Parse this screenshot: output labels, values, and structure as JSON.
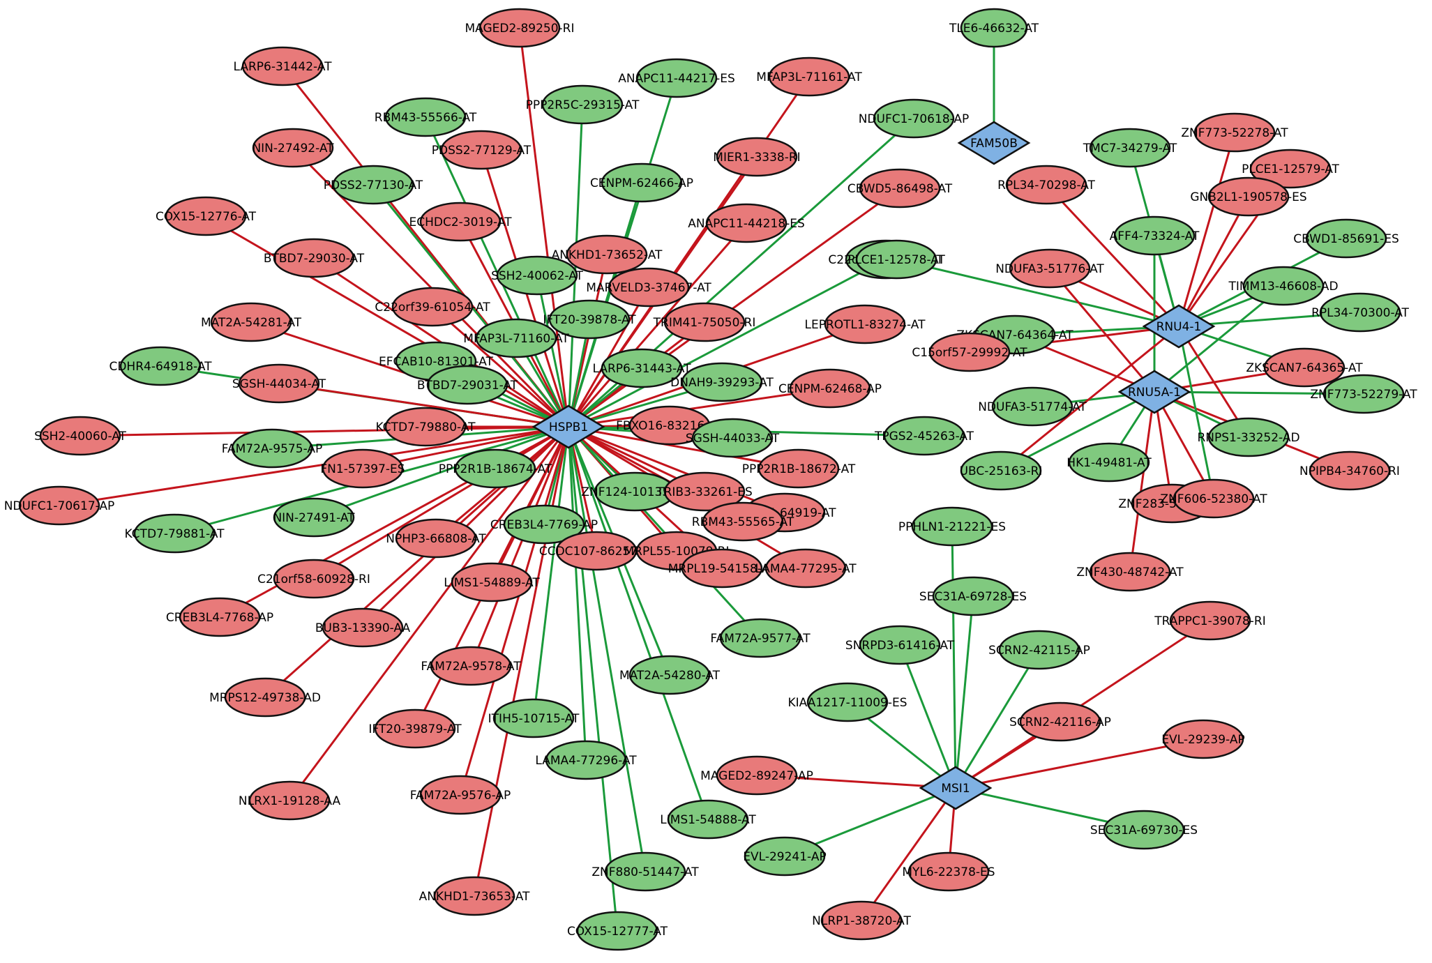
{
  "colors": {
    "up": "#e87a7a",
    "down": "#80c97f",
    "hub": "#7fb1e3",
    "edge_up": "#c4141c",
    "edge_down": "#1a9a3a",
    "stroke": "#111111"
  },
  "hubs": [
    {
      "id": "HSPB1",
      "label": "HSPB1"
    },
    {
      "id": "FAM50B",
      "label": "FAM50B"
    },
    {
      "id": "RNU4-1",
      "label": "RNU4-1"
    },
    {
      "id": "RNU5A-1",
      "label": "RNU5A-1"
    },
    {
      "id": "MSI1",
      "label": "MSI1"
    }
  ],
  "nodes": [
    {
      "id": "n1",
      "label": "MAGED2-89250-RI",
      "type": "up",
      "hub": "HSPB1"
    },
    {
      "id": "n2",
      "label": "LARP6-31442-AT",
      "type": "up",
      "hub": "HSPB1"
    },
    {
      "id": "n3",
      "label": "ANAPC11-44217-ES",
      "type": "down",
      "hub": "HSPB1"
    },
    {
      "id": "n4",
      "label": "MFAP3L-71161-AT",
      "type": "up",
      "hub": "HSPB1"
    },
    {
      "id": "n5",
      "label": "PPP2R5C-29315-AT",
      "type": "down",
      "hub": "HSPB1"
    },
    {
      "id": "n6",
      "label": "RBM43-55566-AT",
      "type": "down",
      "hub": "HSPB1"
    },
    {
      "id": "n7",
      "label": "NDUFC1-70618-AP",
      "type": "down",
      "hub": "HSPB1"
    },
    {
      "id": "n8",
      "label": "PDSS2-77129-AT",
      "type": "up",
      "hub": "HSPB1"
    },
    {
      "id": "n9",
      "label": "NIN-27492-AT",
      "type": "up",
      "hub": "HSPB1"
    },
    {
      "id": "n10",
      "label": "MIER1-3338-RI",
      "type": "up",
      "hub": "HSPB1"
    },
    {
      "id": "n11",
      "label": "PDSS2-77130-AT",
      "type": "down",
      "hub": "HSPB1"
    },
    {
      "id": "n12",
      "label": "CENPM-62466-AP",
      "type": "down",
      "hub": "HSPB1"
    },
    {
      "id": "n13",
      "label": "CBWD5-86498-AT",
      "type": "up",
      "hub": "HSPB1"
    },
    {
      "id": "n14",
      "label": "COX15-12776-AT",
      "type": "up",
      "hub": "HSPB1"
    },
    {
      "id": "n15",
      "label": "ECHDC2-3019-AT",
      "type": "up",
      "hub": "HSPB1"
    },
    {
      "id": "n16",
      "label": "ANAPC11-44218-ES",
      "type": "up",
      "hub": "HSPB1"
    },
    {
      "id": "n17",
      "label": "ANKHD1-73652-AT",
      "type": "up",
      "hub": "HSPB1"
    },
    {
      "id": "n18",
      "label": "BTBD7-29030-AT",
      "type": "up",
      "hub": "HSPB1"
    },
    {
      "id": "n19",
      "label": "SSH2-40062-AT",
      "type": "down",
      "hub": "HSPB1"
    },
    {
      "id": "n20",
      "label": "C22orf39-61055-AT",
      "type": "down",
      "hub": "HSPB1"
    },
    {
      "id": "n21",
      "label": "MARVELD3-37467-AT",
      "type": "up",
      "hub": "HSPB1"
    },
    {
      "id": "n22",
      "label": "C22orf39-61054-AT",
      "type": "up",
      "hub": "HSPB1"
    },
    {
      "id": "n23",
      "label": "IFT20-39878-AT",
      "type": "down",
      "hub": "HSPB1"
    },
    {
      "id": "n24",
      "label": "TRIM41-75050-RI",
      "type": "up",
      "hub": "HSPB1"
    },
    {
      "id": "n25",
      "label": "LEPROTL1-83274-AT",
      "type": "up",
      "hub": "HSPB1"
    },
    {
      "id": "n26",
      "label": "MAT2A-54281-AT",
      "type": "up",
      "hub": "HSPB1"
    },
    {
      "id": "n27",
      "label": "MFAP3L-71160-AT",
      "type": "down",
      "hub": "HSPB1"
    },
    {
      "id": "n28",
      "label": "EFCAB10-81301-AT",
      "type": "down",
      "hub": "HSPB1"
    },
    {
      "id": "n29",
      "label": "LARP6-31443-AT",
      "type": "down",
      "hub": "HSPB1"
    },
    {
      "id": "n30",
      "label": "CDHR4-64918-AT",
      "type": "down",
      "hub": "HSPB1"
    },
    {
      "id": "n31",
      "label": "BTBD7-29031-AT",
      "type": "down",
      "hub": "HSPB1"
    },
    {
      "id": "n32",
      "label": "DNAH9-39293-AT",
      "type": "down",
      "hub": "HSPB1"
    },
    {
      "id": "n33",
      "label": "SGSH-44034-AT",
      "type": "up",
      "hub": "HSPB1"
    },
    {
      "id": "n34",
      "label": "CENPM-62468-AP",
      "type": "up",
      "hub": "HSPB1"
    },
    {
      "id": "n35",
      "label": "KCTD7-79880-AT",
      "type": "up",
      "hub": "HSPB1"
    },
    {
      "id": "n36",
      "label": "FBXO16-83216-AT",
      "type": "up",
      "hub": "HSPB1"
    },
    {
      "id": "n37",
      "label": "SSH2-40060-AT",
      "type": "up",
      "hub": "HSPB1"
    },
    {
      "id": "n38",
      "label": "FAM72A-9575-AP",
      "type": "down",
      "hub": "HSPB1"
    },
    {
      "id": "n39",
      "label": "SGSH-44033-AT",
      "type": "down",
      "hub": "HSPB1"
    },
    {
      "id": "n40",
      "label": "TPGS2-45263-AT",
      "type": "down",
      "hub": "HSPB1"
    },
    {
      "id": "n41",
      "label": "FN1-57397-ES",
      "type": "up",
      "hub": "HSPB1"
    },
    {
      "id": "n42",
      "label": "PPP2R1B-18674-AT",
      "type": "down",
      "hub": "HSPB1"
    },
    {
      "id": "n43",
      "label": "PPP2R1B-18672-AT",
      "type": "up",
      "hub": "HSPB1"
    },
    {
      "id": "n44",
      "label": "NDUFC1-70617-AP",
      "type": "up",
      "hub": "HSPB1"
    },
    {
      "id": "n45",
      "label": "ZNF124-10135-AT",
      "type": "down",
      "hub": "HSPB1"
    },
    {
      "id": "n46",
      "label": "TRIB3-33261-ES",
      "type": "up",
      "hub": "HSPB1"
    },
    {
      "id": "n47",
      "label": "NIN-27491-AT",
      "type": "down",
      "hub": "HSPB1"
    },
    {
      "id": "n48",
      "label": "CDHR4-64919-AT",
      "type": "up",
      "hub": "HSPB1"
    },
    {
      "id": "n49",
      "label": "KCTD7-79881-AT",
      "type": "down",
      "hub": "HSPB1"
    },
    {
      "id": "n50",
      "label": "CREB3L4-7769-AP",
      "type": "down",
      "hub": "HSPB1"
    },
    {
      "id": "n51",
      "label": "RBM43-55565-AT",
      "type": "up",
      "hub": "HSPB1"
    },
    {
      "id": "n52",
      "label": "NPHP3-66808-AT",
      "type": "up",
      "hub": "HSPB1"
    },
    {
      "id": "n53",
      "label": "CCDC107-86257-RI",
      "type": "up",
      "hub": "HSPB1"
    },
    {
      "id": "n54",
      "label": "MRPL55-10079-RI",
      "type": "up",
      "hub": "HSPB1"
    },
    {
      "id": "n55",
      "label": "C21orf58-60928-RI",
      "type": "up",
      "hub": "HSPB1"
    },
    {
      "id": "n56",
      "label": "MRPL19-54158-AT",
      "type": "up",
      "hub": "HSPB1"
    },
    {
      "id": "n57",
      "label": "LAMA4-77295-AT",
      "type": "up",
      "hub": "HSPB1"
    },
    {
      "id": "n58",
      "label": "CREB3L4-7768-AP",
      "type": "up",
      "hub": "HSPB1"
    },
    {
      "id": "n59",
      "label": "LIMS1-54889-AT",
      "type": "up",
      "hub": "HSPB1"
    },
    {
      "id": "n60",
      "label": "BUB3-13390-AA",
      "type": "up",
      "hub": "HSPB1"
    },
    {
      "id": "n61",
      "label": "FAM72A-9577-AT",
      "type": "down",
      "hub": "HSPB1"
    },
    {
      "id": "n62",
      "label": "FAM72A-9578-AT",
      "type": "up",
      "hub": "HSPB1"
    },
    {
      "id": "n63",
      "label": "MAT2A-54280-AT",
      "type": "down",
      "hub": "HSPB1"
    },
    {
      "id": "n64",
      "label": "MRPS12-49738-AD",
      "type": "up",
      "hub": "HSPB1"
    },
    {
      "id": "n65",
      "label": "IFT20-39879-AT",
      "type": "up",
      "hub": "HSPB1"
    },
    {
      "id": "n66",
      "label": "ITIH5-10715-AT",
      "type": "down",
      "hub": "HSPB1"
    },
    {
      "id": "n67",
      "label": "LAMA4-77296-AT",
      "type": "down",
      "hub": "HSPB1"
    },
    {
      "id": "n68",
      "label": "FAM72A-9576-AP",
      "type": "up",
      "hub": "HSPB1"
    },
    {
      "id": "n69",
      "label": "NLRX1-19128-AA",
      "type": "up",
      "hub": "HSPB1"
    },
    {
      "id": "n70",
      "label": "LIMS1-54888-AT",
      "type": "down",
      "hub": "HSPB1"
    },
    {
      "id": "n71",
      "label": "ZNF880-51447-AT",
      "type": "down",
      "hub": "HSPB1"
    },
    {
      "id": "n72",
      "label": "ANKHD1-73653-AT",
      "type": "up",
      "hub": "HSPB1"
    },
    {
      "id": "n73",
      "label": "COX15-12777-AT",
      "type": "down",
      "hub": "HSPB1"
    },
    {
      "id": "m1",
      "label": "TLE6-46632-AT",
      "type": "down",
      "hub": "FAM50B"
    },
    {
      "id": "r1",
      "label": "ZNF773-52278-AT",
      "type": "up",
      "hub": "RNU4-1"
    },
    {
      "id": "r2",
      "label": "TMC7-34279-AT",
      "type": "down",
      "hub": "RNU4-1"
    },
    {
      "id": "r3",
      "label": "PLCE1-12579-AT",
      "type": "up",
      "hub": "RNU4-1"
    },
    {
      "id": "r4",
      "label": "RPL34-70298-AT",
      "type": "up",
      "hub": "RNU4-1"
    },
    {
      "id": "r5",
      "label": "GNB2L1-190578-ES",
      "type": "up",
      "hub": "RNU4-1"
    },
    {
      "id": "r6",
      "label": "AFF4-73324-AT",
      "type": "down",
      "hub": "RNU4-1"
    },
    {
      "id": "r7",
      "label": "CBWD1-85691-ES",
      "type": "down",
      "hub": "RNU4-1"
    },
    {
      "id": "r8",
      "label": "PLCE1-12578-AT",
      "type": "down",
      "hub": "RNU4-1"
    },
    {
      "id": "r9",
      "label": "NDUFA3-51776-AT",
      "type": "up",
      "hub": "RNU4-1"
    },
    {
      "id": "r10",
      "label": "TIMM13-46608-AD",
      "type": "down",
      "hub": "RNU4-1"
    },
    {
      "id": "r11",
      "label": "RPL34-70300-AT",
      "type": "down",
      "hub": "RNU4-1"
    },
    {
      "id": "r12",
      "label": "ZKSCAN7-64364-AT",
      "type": "down",
      "hub": "RNU4-1"
    },
    {
      "id": "r13",
      "label": "C15orf57-29992-AT",
      "type": "up",
      "hub": "RNU4-1"
    },
    {
      "id": "r14",
      "label": "ZKSCAN7-64365-AT",
      "type": "up",
      "hub": "RNU5A-1"
    },
    {
      "id": "r15",
      "label": "ZNF773-52279-AT",
      "type": "down",
      "hub": "RNU5A-1"
    },
    {
      "id": "r16",
      "label": "NDUFA3-51774-AT",
      "type": "down",
      "hub": "RNU5A-1"
    },
    {
      "id": "r17",
      "label": "RNPS1-33252-AD",
      "type": "down",
      "hub": "RNU5A-1"
    },
    {
      "id": "r18",
      "label": "UBC-25163-RI",
      "type": "down",
      "hub": "RNU5A-1"
    },
    {
      "id": "r19",
      "label": "HK1-49481-AT",
      "type": "down",
      "hub": "RNU5A-1"
    },
    {
      "id": "r20",
      "label": "NPIPB4-34760-RI",
      "type": "up",
      "hub": "RNU5A-1"
    },
    {
      "id": "r21",
      "label": "ZNF283-50245-AT",
      "type": "up",
      "hub": "RNU5A-1"
    },
    {
      "id": "r22",
      "label": "ZNF606-52380-AT",
      "type": "up",
      "hub": "RNU5A-1"
    },
    {
      "id": "r23",
      "label": "ZNF430-48742-AT",
      "type": "up",
      "hub": "RNU5A-1"
    },
    {
      "id": "s1",
      "label": "PPHLN1-21221-ES",
      "type": "down",
      "hub": "MSI1"
    },
    {
      "id": "s2",
      "label": "SEC31A-69728-ES",
      "type": "down",
      "hub": "MSI1"
    },
    {
      "id": "s3",
      "label": "TRAPPC1-39078-RI",
      "type": "up",
      "hub": "MSI1"
    },
    {
      "id": "s4",
      "label": "SNRPD3-61416-AT",
      "type": "down",
      "hub": "MSI1"
    },
    {
      "id": "s5",
      "label": "SCRN2-42115-AP",
      "type": "down",
      "hub": "MSI1"
    },
    {
      "id": "s6",
      "label": "KIAA1217-11009-ES",
      "type": "down",
      "hub": "MSI1"
    },
    {
      "id": "s7",
      "label": "SCRN2-42116-AP",
      "type": "up",
      "hub": "MSI1"
    },
    {
      "id": "s8",
      "label": "EVL-29239-AP",
      "type": "up",
      "hub": "MSI1"
    },
    {
      "id": "s9",
      "label": "MAGED2-89247-AP",
      "type": "up",
      "hub": "MSI1"
    },
    {
      "id": "s10",
      "label": "SEC31A-69730-ES",
      "type": "down",
      "hub": "MSI1"
    },
    {
      "id": "s11",
      "label": "EVL-29241-AP",
      "type": "down",
      "hub": "MSI1"
    },
    {
      "id": "s12",
      "label": "MYL6-22378-ES",
      "type": "up",
      "hub": "MSI1"
    },
    {
      "id": "s13",
      "label": "NLRP1-38720-AT",
      "type": "up",
      "hub": "MSI1"
    }
  ],
  "extra_edges": [
    {
      "from": "r9",
      "to": "RNU5A-1",
      "type": "up"
    },
    {
      "from": "r12",
      "to": "RNU5A-1",
      "type": "up"
    },
    {
      "from": "r6",
      "to": "RNU5A-1",
      "type": "down"
    },
    {
      "from": "r10",
      "to": "RNU5A-1",
      "type": "down"
    },
    {
      "from": "r18",
      "to": "RNU4-1",
      "type": "up"
    },
    {
      "from": "r17",
      "to": "RNU4-1",
      "type": "up"
    },
    {
      "from": "r22",
      "to": "RNU4-1",
      "type": "down"
    },
    {
      "from": "r14",
      "to": "RNU4-1",
      "type": "down"
    }
  ]
}
